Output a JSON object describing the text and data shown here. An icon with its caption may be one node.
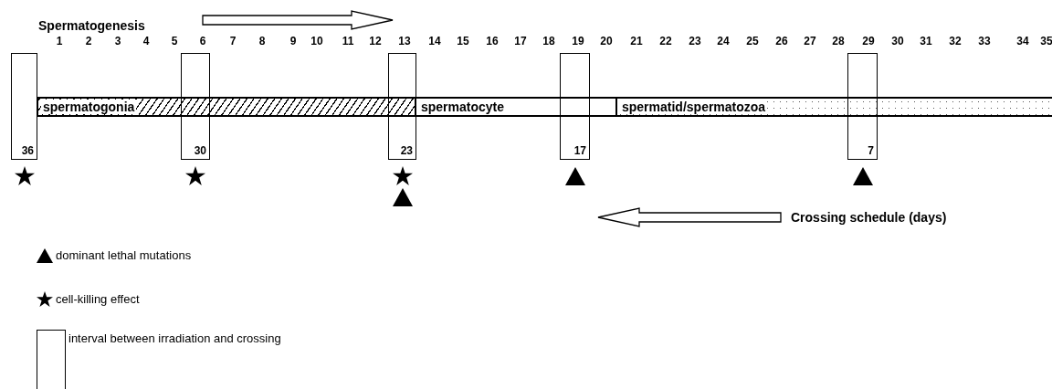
{
  "diagram": {
    "nodes": [
      {
        "text": [
          "spermatogonia"
        ]
      },
      {
        "text": [
          "spermatocyte"
        ]
      },
      {
        "text": [
          "spermatid/spermatozoa"
        ]
      },
      {
        "text": [
          "36"
        ]
      },
      {
        "text": [
          "30"
        ]
      },
      {
        "text": [
          "23"
        ]
      },
      {
        "text": [
          "17"
        ]
      },
      {
        "text": [
          "7"
        ]
      }
    ],
    "edges": [],
    "labels": [
      "Spermatogenesis",
      "1",
      "2",
      "3",
      "4",
      "5",
      "6",
      "7",
      "8",
      "9",
      "10",
      "11",
      "12",
      "13",
      "14",
      "15",
      "16",
      "17",
      "18",
      "19",
      "20",
      "21",
      "22",
      "23",
      "24",
      "25",
      "26",
      "27",
      "28",
      "29",
      "30",
      "31",
      "32",
      "33",
      "34",
      "35",
      "Crossing schedule (days)"
    ],
    "legend": [
      {
        "text": "dominant lethal mutations"
      },
      {
        "text": "cell-killing effect"
      },
      {
        "text": "interval between irradiation and crossing"
      }
    ]
  }
}
